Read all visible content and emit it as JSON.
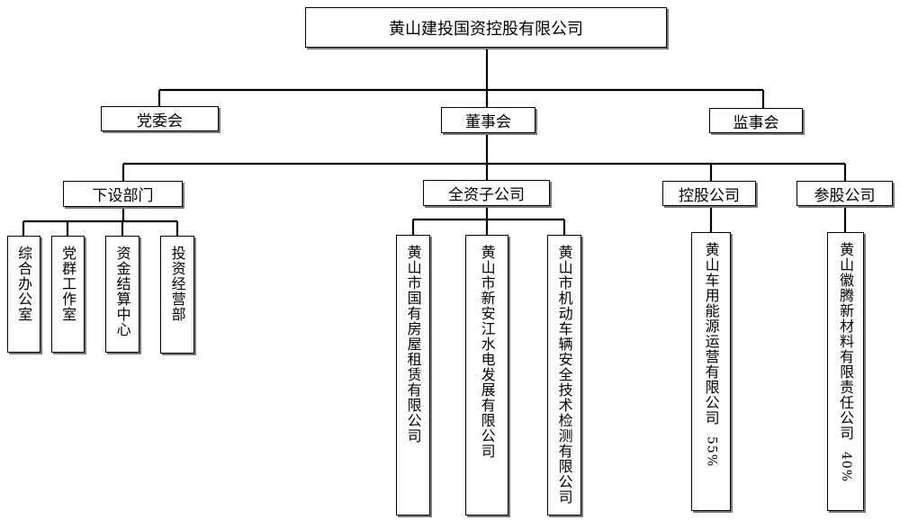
{
  "root": {
    "label": "黄山建投国资控股有限公司"
  },
  "governance": {
    "party": "党委会",
    "board": "董事会",
    "supervisory": "监事会"
  },
  "groups": {
    "departments": {
      "label": "下设部门",
      "items": [
        "综合办公室",
        "党群工作室",
        "资金结算中心",
        "投资经营部"
      ]
    },
    "wholly_owned": {
      "label": "全资子公司",
      "items": [
        "黄山市国有房屋租赁有限公司",
        "黄山市新安江水电发展有限公司",
        "黄山市机动车辆安全技术检测有限公司"
      ]
    },
    "holding": {
      "label": "控股公司",
      "items": [
        {
          "name": "黄山车用能源运营有限公司",
          "share": "55%"
        }
      ]
    },
    "participating": {
      "label": "参股公司",
      "items": [
        {
          "name": "黄山徽腾新材料有限责任公司",
          "share": "40%"
        }
      ]
    }
  }
}
